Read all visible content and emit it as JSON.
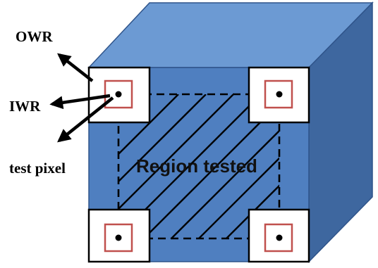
{
  "labels": {
    "owr": "OWR",
    "iwr": "IWR",
    "test_pixel": "test pixel",
    "region": "Region tested"
  },
  "colors": {
    "cube_front": "#4f7fc0",
    "cube_top": "#6c9ad3",
    "cube_side": "#3e679f",
    "cube_edge": "#2f548a",
    "outer_window_fill": "#ffffff",
    "outer_window_stroke": "#000000",
    "inner_window_stroke": "#c0504d",
    "lines": "#000000"
  },
  "icons": {
    "test_pixel": "filled-circle-dot",
    "pointer": "arrow"
  }
}
